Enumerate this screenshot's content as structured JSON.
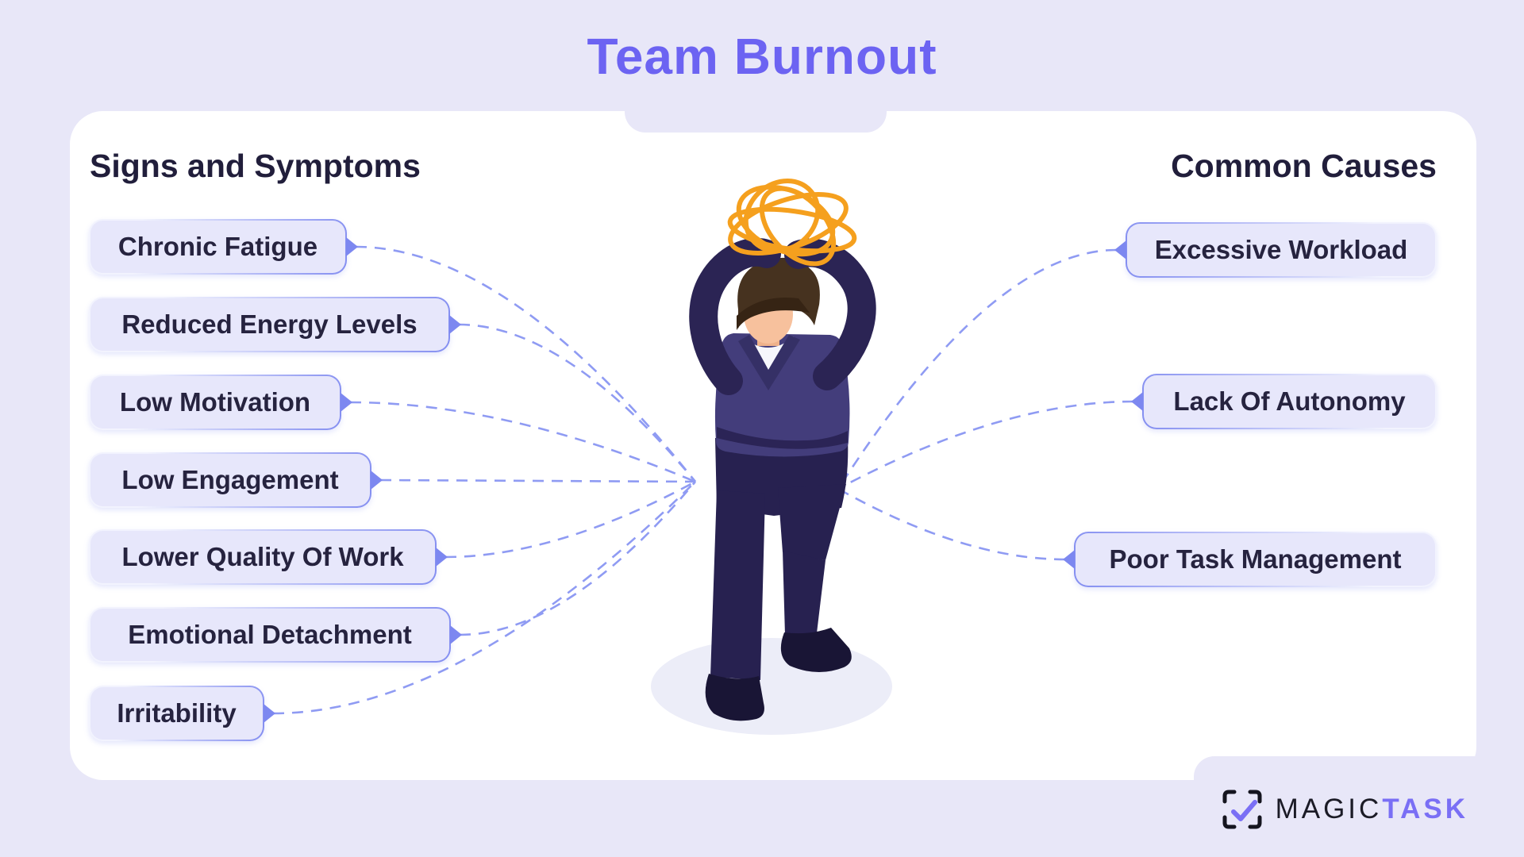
{
  "title": "Team Burnout",
  "left_panel": {
    "heading": "Signs and Symptoms",
    "items": [
      {
        "label": "Chronic Fatigue"
      },
      {
        "label": "Reduced Energy Levels"
      },
      {
        "label": "Low Motivation"
      },
      {
        "label": "Low Engagement"
      },
      {
        "label": "Lower Quality Of Work"
      },
      {
        "label": "Emotional Detachment"
      },
      {
        "label": "Irritability"
      }
    ]
  },
  "right_panel": {
    "heading": "Common Causes",
    "items": [
      {
        "label": "Excessive Workload"
      },
      {
        "label": "Lack Of Autonomy"
      },
      {
        "label": "Poor Task Management"
      }
    ]
  },
  "illustration": {
    "name": "stressed-person-holding-head",
    "scribble_icon": "tangled-stress-scribble-icon"
  },
  "logo": {
    "brand_prefix": "MAGIC",
    "brand_suffix": "TASK",
    "icon": "checkbox-check-icon"
  },
  "colors": {
    "background": "#E8E7F8",
    "card": "#FFFFFF",
    "title": "#6C63F2",
    "heading": "#211E3B",
    "pill_fill": "#E7E7FB",
    "pill_border": "#7D88F0",
    "connector_dash": "#8F9BF3",
    "scribble_orange": "#F5A01E",
    "logo_purple": "#7A6FF5"
  }
}
